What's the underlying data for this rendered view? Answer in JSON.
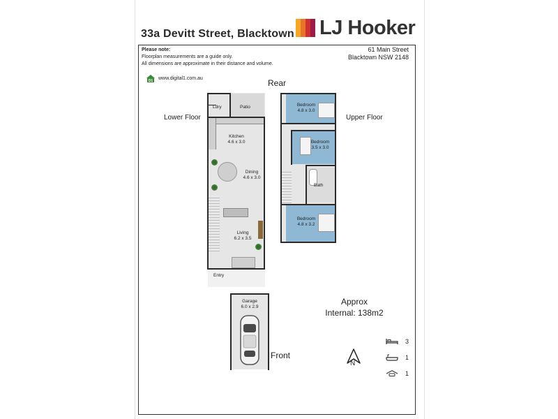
{
  "header": {
    "address": "33a Devitt Street, Blacktown",
    "brand": "LJ Hooker",
    "brand_colors": [
      "#f5a623",
      "#e8732a",
      "#d0312d",
      "#9b1c4b"
    ]
  },
  "disclaimer": {
    "title": "Please note:",
    "line1": "Floorplan measurements are a guide only.",
    "line2": "All dimensions are approximate in their distance and volume."
  },
  "office": {
    "street": "61 Main Street",
    "suburb": "Blacktown NSW 2148"
  },
  "website": {
    "badge": "D1",
    "url": "www.digital1.com.au"
  },
  "plan": {
    "rear_label": "Rear",
    "front_label": "Front",
    "lower_floor_label": "Lower Floor",
    "upper_floor_label": "Upper Floor",
    "lower_rooms": {
      "laundry": "Ldry",
      "patio": "Patio",
      "kitchen_name": "Kitchen",
      "kitchen_size": "4.6 x 3.0",
      "dining_name": "Dining",
      "dining_size": "4.6 x 3.0",
      "living_name": "Living",
      "living_size": "6.2 x 3.5",
      "entry": "Entry"
    },
    "upper_rooms": {
      "bed1_name": "Bedroom",
      "bed1_size": "4.8 x 3.0",
      "bed2_name": "Bedroom",
      "bed2_size": "3.5 x 3.0",
      "bath": "Bath",
      "bed3_name": "Bedroom",
      "bed3_size": "4.8 x 3.2"
    },
    "garage_name": "Garage",
    "garage_size": "6.0 x 2.9"
  },
  "area": {
    "line1": "Approx",
    "line2": "Internal: 138m2"
  },
  "compass": {
    "letter": "N",
    "icon": "north-arrow-icon"
  },
  "stats": {
    "bedrooms": "3",
    "bathrooms": "1",
    "car_spaces": "1",
    "bed_icon": "bed-icon",
    "bath_icon": "bath-icon",
    "car_icon": "car-icon"
  },
  "colors": {
    "bedroom_floor": "#8fb8d4",
    "lower_floor": "#e6e6e6",
    "wall": "#2b2b2b"
  }
}
